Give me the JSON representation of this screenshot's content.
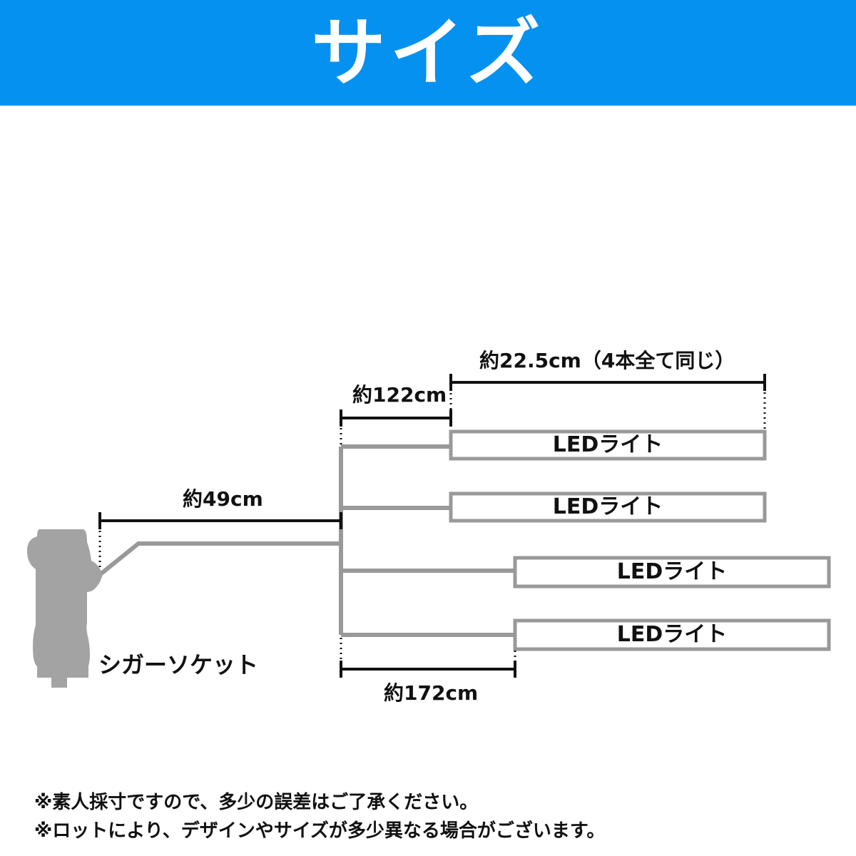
{
  "header": {
    "title": "サイズ"
  },
  "diagram": {
    "socket_label": "シガーソケット",
    "dim_socket_cable": "約49cm",
    "dim_branch_upper": "約122cm",
    "dim_branch_lower": "約172cm",
    "dim_led_length": "約22.5cm（4本全て同じ）",
    "led_lights": [
      {
        "label": "LEDライト"
      },
      {
        "label": "LEDライト"
      },
      {
        "label": "LEDライト"
      },
      {
        "label": "LEDライト"
      }
    ]
  },
  "notes": [
    "※素人採寸ですので、多少の誤差はご了承ください。",
    "※ロットにより、デザインやサイズが多少異なる場合がございます。"
  ],
  "colors": {
    "header_bg": "#0591f0",
    "cable": "#999999",
    "socket": "#a3a3a3",
    "dimension_line": "#111111",
    "text": "#111111"
  }
}
